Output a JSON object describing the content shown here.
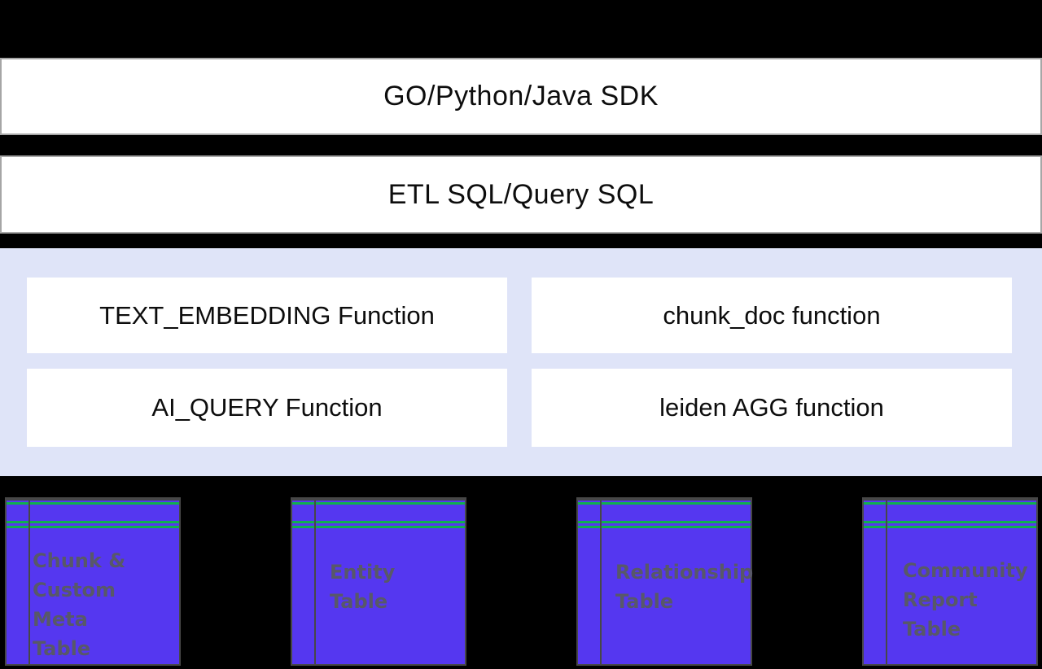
{
  "colors": {
    "background": "#000000",
    "bar-bg": "#ffffff",
    "bar-border": "#a6a6a6",
    "panel-bg": "#dfe4f8",
    "func-bg": "#ffffff",
    "table-fill": "#5537f0",
    "table-border": "#474747",
    "table-accent-green": "#10b04e",
    "table-text": "#585868",
    "text": "#0d0d0d"
  },
  "sdk_bar": {
    "label": "GO/Python/Java SDK"
  },
  "sql_bar": {
    "label": "ETL SQL/Query SQL"
  },
  "functions": [
    {
      "label": "TEXT_EMBEDDING Function"
    },
    {
      "label": "chunk_doc function"
    },
    {
      "label": "AI_QUERY Function"
    },
    {
      "label": "leiden AGG function"
    }
  ],
  "tables": [
    {
      "label": "Chunk &\nCustom Meta\nTable"
    },
    {
      "label": "Entity\nTable"
    },
    {
      "label": "Relationship\nTable"
    },
    {
      "label": "Community\nReport\nTable"
    }
  ]
}
